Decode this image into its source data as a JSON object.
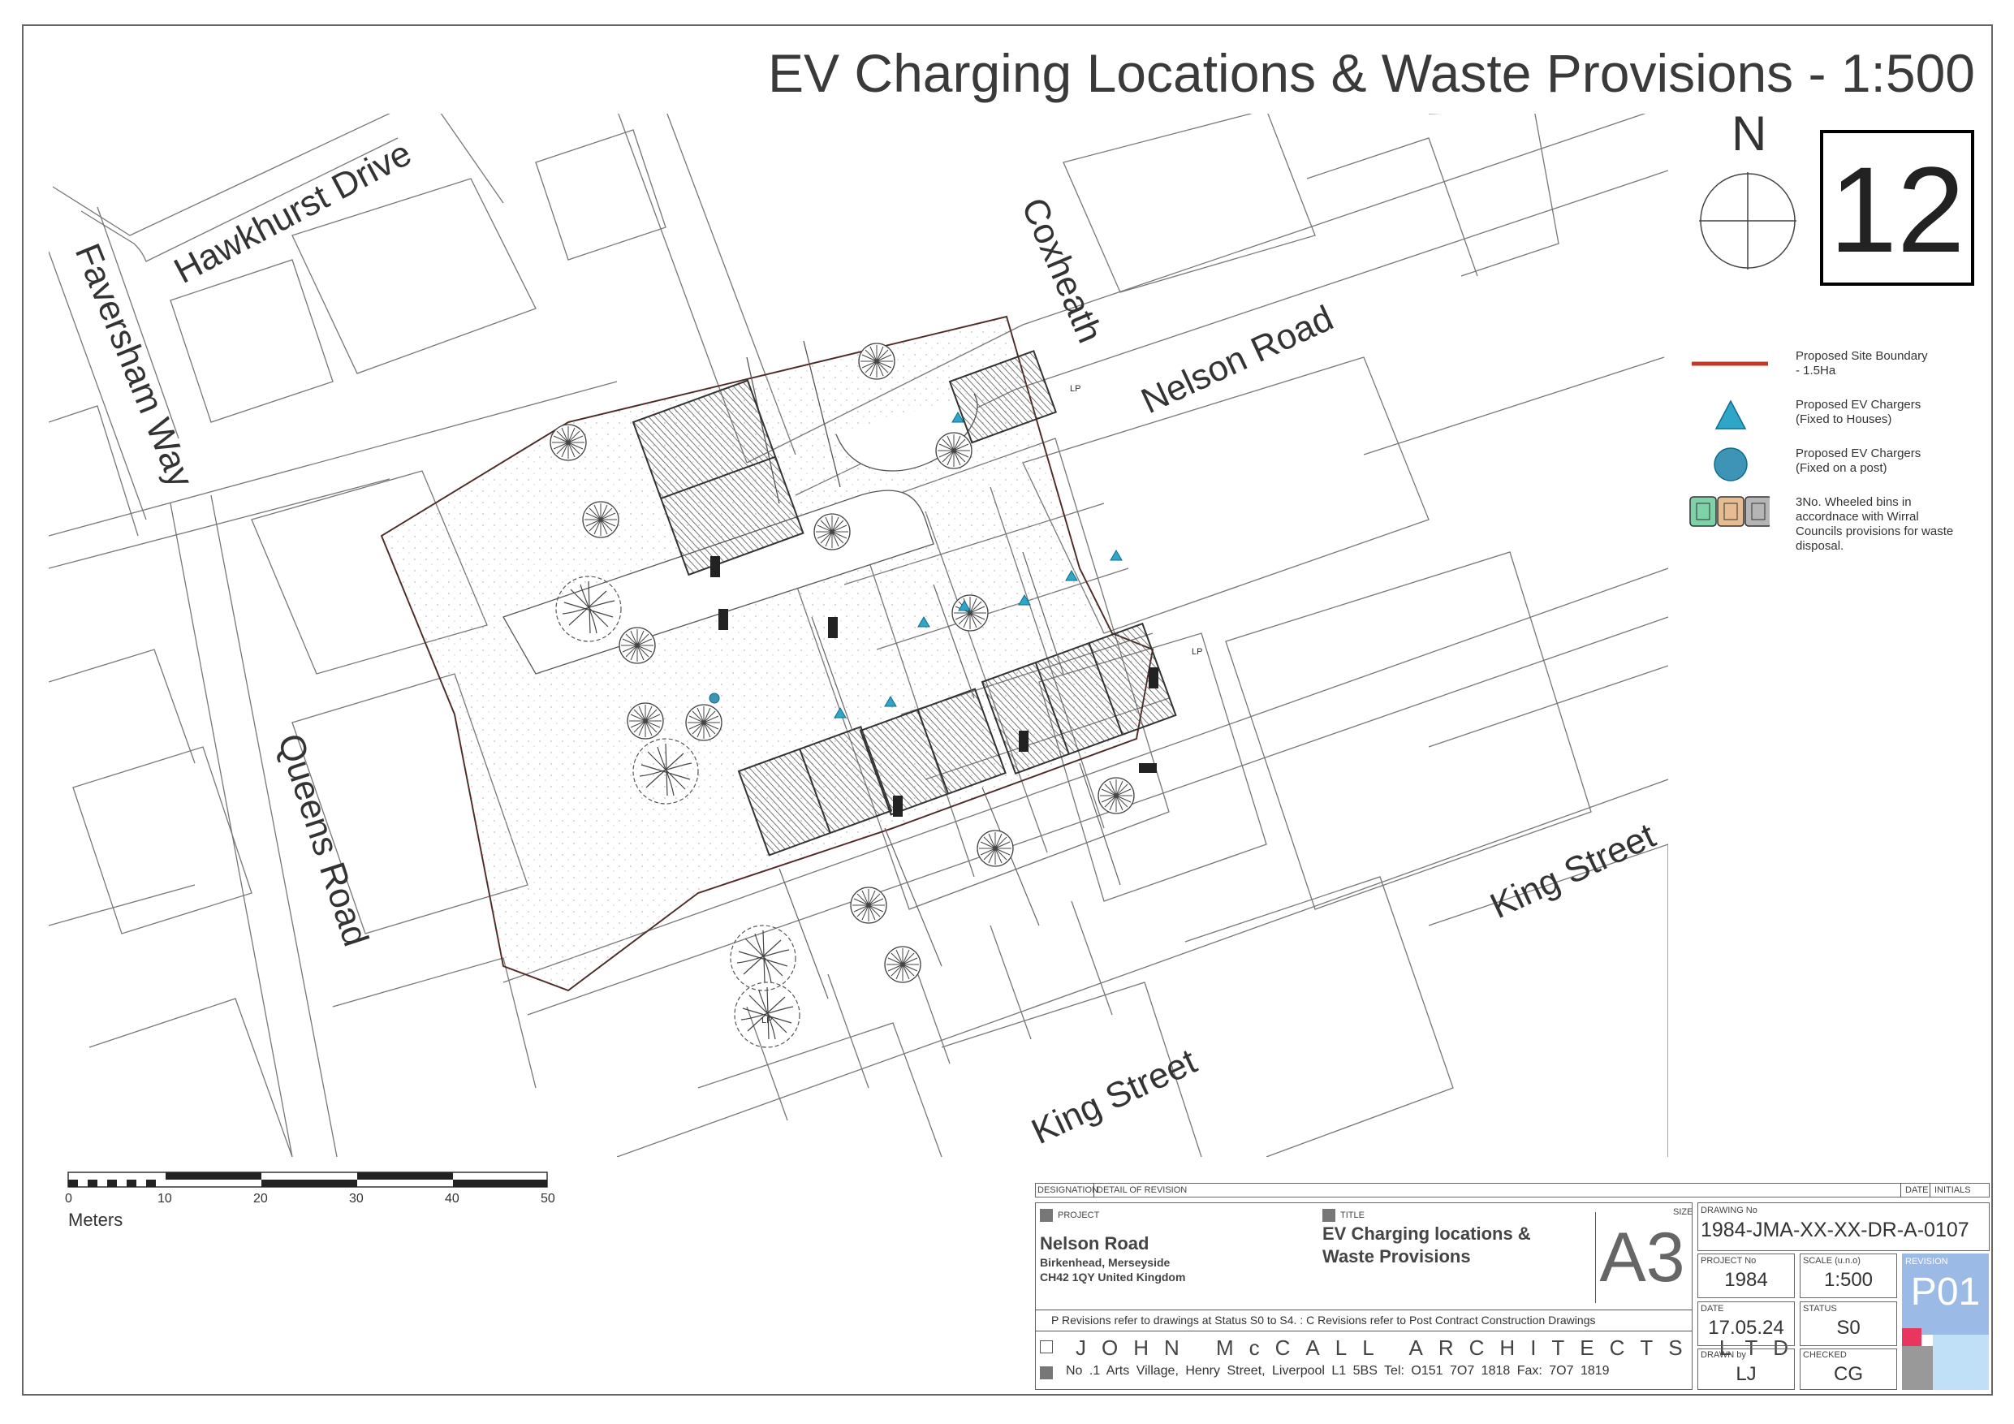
{
  "drawing_title": "EV Charging Locations & Waste Provisions - 1:500",
  "sheet_number": "12",
  "north_label": "N",
  "streets": {
    "hawkhurst": "Hawkhurst Drive",
    "faversham": "Faversham Way",
    "coxheath": "Coxheath",
    "nelson": "Nelson Road",
    "queens": "Queens Road",
    "king_street_east": "King Street",
    "king_street_south": "King Street"
  },
  "map_annotations": {
    "lp1": "LP",
    "lp2": "LP",
    "lp3": "LP"
  },
  "legend": {
    "items": [
      {
        "text_1": "Proposed Site Boundary",
        "text_2": "- 1.5Ha",
        "symbol": "red-line",
        "color": "#c0392b"
      },
      {
        "text_1": "Proposed EV Chargers",
        "text_2": "(Fixed to Houses)",
        "symbol": "triangle",
        "color": "#2fa6c8"
      },
      {
        "text_1": "Proposed EV Chargers",
        "text_2": "(Fixed on a post)",
        "symbol": "circle",
        "color": "#3e94b5"
      },
      {
        "text_1": "3No. Wheeled bins in",
        "text_2": "accordnace with Wirral",
        "text_3": "Councils provisions for waste",
        "text_4": "disposal.",
        "symbol": "bins"
      }
    ]
  },
  "scale_bar": {
    "ticks": [
      "0",
      "10",
      "20",
      "30",
      "40",
      "50"
    ],
    "unit": "Meters"
  },
  "title_block": {
    "designation_label": "DESIGNATION",
    "detail_label": "DETAIL OF REVISION",
    "date_label": "DATE",
    "initials_label": "INITIALS",
    "project_label": "PROJECT",
    "project_name": "Nelson Road",
    "project_address_1": "Birkenhead, Merseyside",
    "project_address_2": "CH42 1QY United Kingdom",
    "title_label": "TITLE",
    "title_1": "EV Charging locations &",
    "title_2": "Waste Provisions",
    "size_label": "SIZE",
    "size_value": "A3",
    "drawing_no_label": "DRAWING No",
    "drawing_no": "1984-JMA-XX-XX-DR-A-0107",
    "project_no_label": "PROJECT No",
    "project_no": "1984",
    "scale_label": "SCALE (u.n.o)",
    "scale_value": "1:500",
    "revision_label": "REVISION",
    "revision_value": "P01",
    "date_field_label": "DATE",
    "date_value": "17.05.24",
    "status_label": "STATUS",
    "status_value": "S0",
    "drawn_label": "DRAWN by",
    "drawn_value": "LJ",
    "checked_label": "CHECKED",
    "checked_value": "CG",
    "revision_note": "P Revisions refer to drawings at Status S0 to S4.  :   C Revisions refer to Post Contract Construction Drawings",
    "firm": "JOHN McCALL ARCHITECTS LTD",
    "firm_address": "No .1 Arts Village, Henry Street, Liverpool L1 5BS    Tel: O151 7O7 1818   Fax: 7O7 1819"
  }
}
